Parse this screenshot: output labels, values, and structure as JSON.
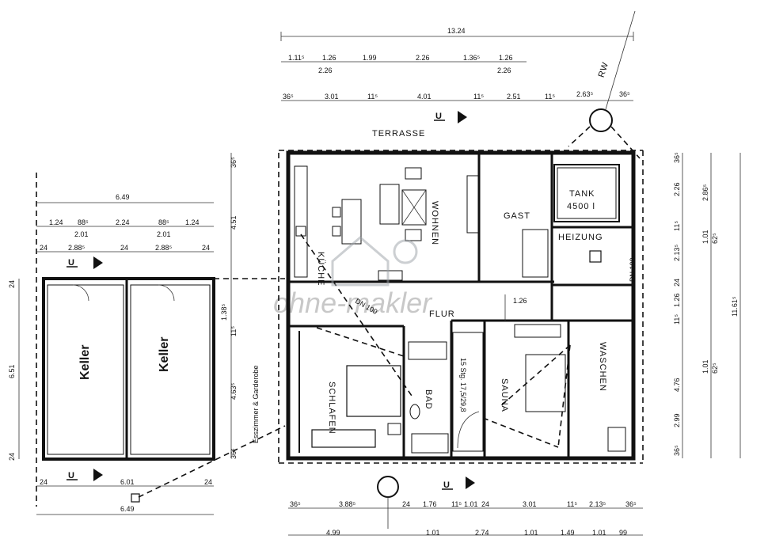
{
  "plan": {
    "rooms": {
      "terrasse": "TERRASSE",
      "kueche": "KÜCHE",
      "wohnen": "WOHNEN",
      "gast": "GAST",
      "tank": "TANK",
      "tank_volume": "4500 l",
      "heizung": "HEIZUNG",
      "flur": "FLUR",
      "schlafen": "SCHLAFEN",
      "bad": "BAD",
      "sauna": "SAUNA",
      "waschen": "WASCHEN",
      "esszimmer": "Esszimmer & Garderobe",
      "keller_left": "Keller",
      "keller_right": "Keller"
    },
    "labels": {
      "rw": "RW",
      "section_top": "U",
      "section_bottom": "U",
      "section_left_top": "U",
      "section_left_bottom": "U",
      "stair": "15 Stg. 17,5/29,8",
      "dn_left": "DN 100",
      "dn_right": "DN 100"
    },
    "watermark": "ohne-makler",
    "dims_top": {
      "total": "13.24",
      "r2": [
        "1.11⁵",
        "1.26",
        "1.99",
        "2.26",
        "1.36⁵",
        "1.26"
      ],
      "r2_sub": [
        "2.26",
        "2.26"
      ],
      "r3": [
        "36⁵",
        "3.01",
        "11⁵",
        "4.01",
        "11⁵",
        "2.51",
        "11⁵",
        "2.63⁵",
        "36⁵"
      ]
    },
    "dims_keller_top": {
      "total": "6.49",
      "r2": [
        "1.24",
        "88⁵",
        "2.24",
        "88⁵",
        "1.24"
      ],
      "r2_sub": [
        "2.01",
        "2.01"
      ],
      "r3": [
        "24",
        "2.88⁵",
        "24",
        "2.88⁵",
        "24"
      ]
    },
    "dims_keller_bottom": {
      "r1": [
        "24",
        "6.01",
        "24"
      ],
      "total": "6.49"
    },
    "dims_keller_left": [
      "24",
      "6.51",
      "24"
    ],
    "dims_mid_left": [
      "36⁵",
      "4.51",
      "11⁵",
      "1.38⁵",
      "4.63⁵",
      "36⁵"
    ],
    "dims_right": {
      "c1": [
        "36⁵",
        "2.26",
        "11⁵",
        "2.13⁵",
        "24",
        "1.26",
        "11⁵",
        "4.76",
        "2.99",
        "36⁵"
      ],
      "c2": [
        "2.86⁵",
        "1.01",
        "62⁵",
        "1.01",
        "62⁵"
      ],
      "c3": [
        "11.61⁵"
      ]
    },
    "dims_bottom": {
      "r1": [
        "36⁵",
        "3.88⁵",
        "24",
        "1.76",
        "11⁵",
        "1.01",
        "24",
        "3.01",
        "11⁵",
        "2.13⁵",
        "36⁵"
      ],
      "r2": [
        "4.99",
        "1.01",
        "2.74",
        "1.01",
        "1.49",
        "1.01",
        "99"
      ]
    },
    "interior_dims": {
      "flur_width": "1.26"
    }
  }
}
